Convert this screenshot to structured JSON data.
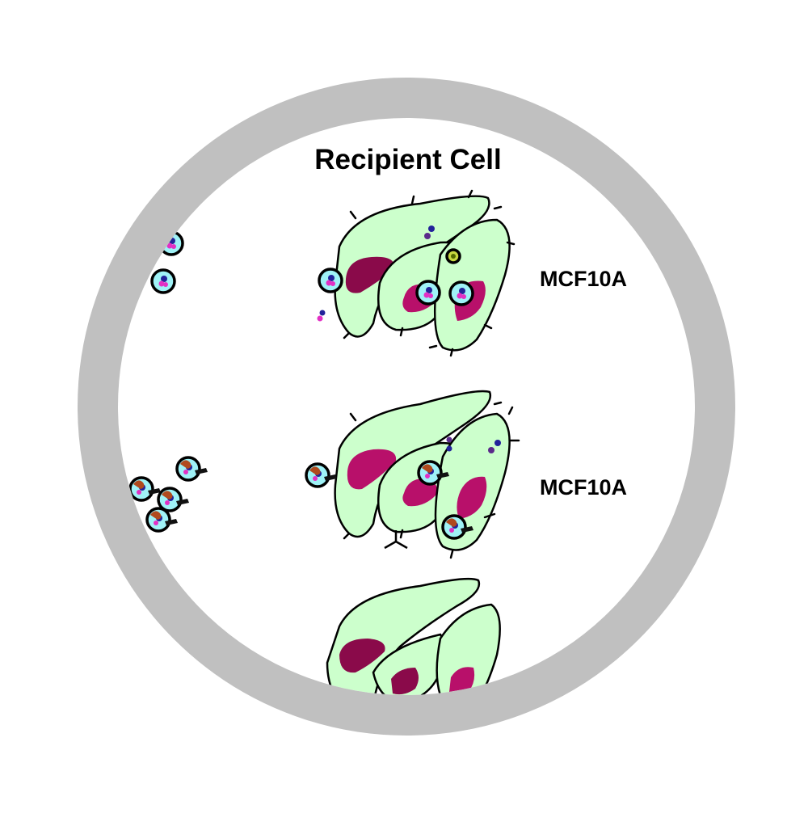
{
  "title": "Recipient Cell",
  "rows": [
    {
      "label": "MCF10A"
    },
    {
      "label": "MCF10A"
    }
  ]
}
